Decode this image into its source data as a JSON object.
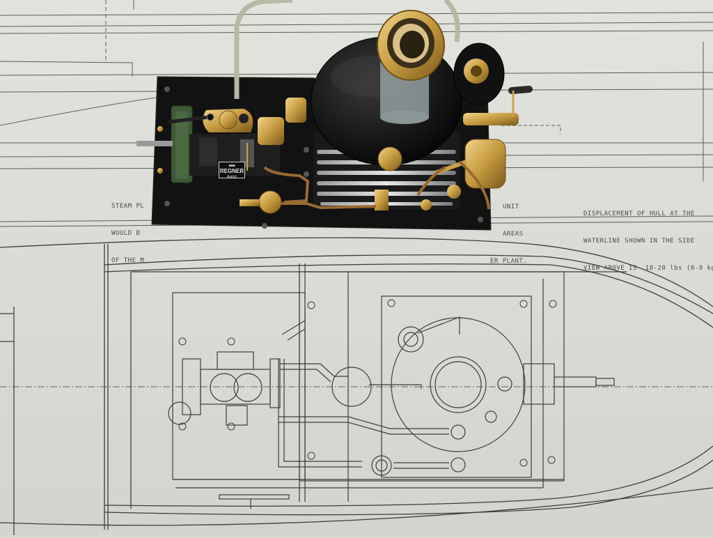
{
  "notes": {
    "left_lines": [
      "STEAM PL",
      "WOULD B",
      "OF THE M"
    ],
    "mid_lines": [
      "UNIT",
      "AREAS",
      "ER PLANT."
    ],
    "right_lines": [
      "DISPLACEMENT OF HULL AT THE",
      "WATERLINE SHOWN IN THE SIDE",
      "VIEW ABOVE IS  18-20 lbs (8-9 kg"
    ]
  },
  "badge": {
    "brand": "REGNER",
    "sub": "Aurich"
  },
  "colors": {
    "paper": "#dcdcd6",
    "ink": "#3c3c3a",
    "plate": "#141414",
    "brass": "#c9a24a",
    "copper": "#9a6a32",
    "green": "#3f5a36"
  }
}
